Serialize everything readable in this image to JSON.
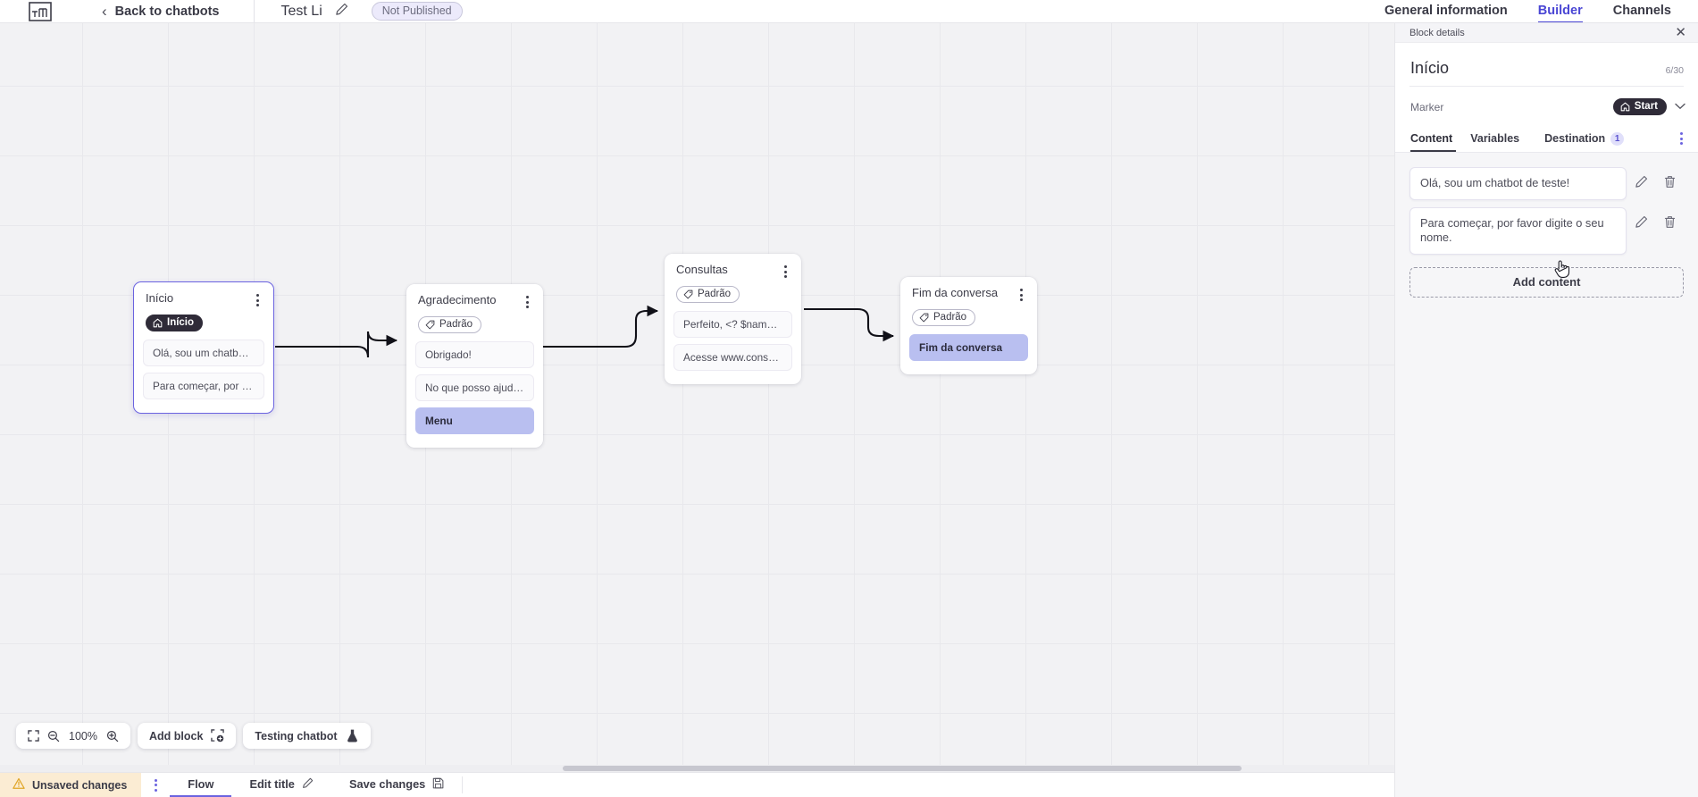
{
  "topbar": {
    "logo_icon": "chatbot-logo-icon",
    "back_chevron_icon": "chevron-left-icon",
    "back_label": "Back to chatbots",
    "bot_name": "Test Li",
    "edit_name_icon": "pencil-icon",
    "publish_status": "Not Published",
    "tabs": [
      {
        "label": "General information",
        "active": false
      },
      {
        "label": "Builder",
        "active": true
      },
      {
        "label": "Channels",
        "active": false
      }
    ],
    "accent": "#4a46d4"
  },
  "canvas": {
    "zoom_level": "100%",
    "fit_icon": "fit-screen-icon",
    "zoom_out_icon": "zoom-out-icon",
    "zoom_in_icon": "zoom-in-icon",
    "add_block_label": "Add block",
    "add_block_icon": "add-block-icon",
    "testing_label": "Testing chatbot",
    "testing_icon": "flask-icon",
    "blocks": [
      {
        "id": "inicio",
        "title": "Início",
        "tag": "Início",
        "tag_style": "dark",
        "tag_icon": "home-icon",
        "selected": true,
        "messages": [
          {
            "text": "Olá, sou um chatbot de teste!",
            "highlight": false
          },
          {
            "text": "Para começar, por favor digite o ...",
            "highlight": false
          }
        ]
      },
      {
        "id": "agradecimento",
        "title": "Agradecimento",
        "tag": "Padrão",
        "tag_style": "light",
        "tag_icon": "tag-icon",
        "selected": false,
        "messages": [
          {
            "text": "Obrigado!",
            "highlight": false
          },
          {
            "text": "No que posso ajudar, <? $name ...",
            "highlight": false
          },
          {
            "text": "Menu",
            "highlight": true
          }
        ]
      },
      {
        "id": "consultas",
        "title": "Consultas",
        "tag": "Padrão",
        "tag_style": "light",
        "tag_icon": "tag-icon",
        "selected": false,
        "messages": [
          {
            "text": "Perfeito, <? $name ?>!",
            "highlight": false
          },
          {
            "text": "Acesse www.consultas.com par...",
            "highlight": false
          }
        ]
      },
      {
        "id": "fim-da-conversa",
        "title": "Fim da conversa",
        "tag": "Padrão",
        "tag_style": "light",
        "tag_icon": "tag-icon",
        "selected": false,
        "messages": [
          {
            "text": "Fim da conversa",
            "highlight": true
          }
        ]
      }
    ]
  },
  "statusbar": {
    "warning_icon": "warning-triangle-icon",
    "unsaved_label": "Unsaved changes",
    "kebab_icon": "kebab-menu-icon",
    "flow_label": "Flow",
    "edit_title_label": "Edit title",
    "edit_title_icon": "pencil-icon",
    "save_label": "Save changes",
    "save_icon": "save-disk-icon"
  },
  "panel": {
    "strip_label": "Block details",
    "close_icon": "close-icon",
    "title": "Início",
    "char_count": "6/30",
    "marker_label": "Marker",
    "marker_value": "Start",
    "marker_icon": "home-icon",
    "marker_chevron_icon": "chevron-down-icon",
    "tabs": [
      {
        "label": "Content",
        "active": true,
        "badge": null
      },
      {
        "label": "Variables",
        "active": false,
        "badge": null
      },
      {
        "label": "Destination",
        "active": false,
        "badge": "1"
      }
    ],
    "tabs_kebab_icon": "kebab-menu-icon",
    "contents": [
      {
        "text": "Olá, sou um chatbot de teste!",
        "edit_icon": "pencil-icon",
        "delete_icon": "trash-icon"
      },
      {
        "text": "Para começar, por favor digite o seu nome.",
        "edit_icon": "pencil-icon",
        "delete_icon": "trash-icon"
      }
    ],
    "add_content_label": "Add content",
    "cursor_icon": "pointing-hand-cursor"
  }
}
